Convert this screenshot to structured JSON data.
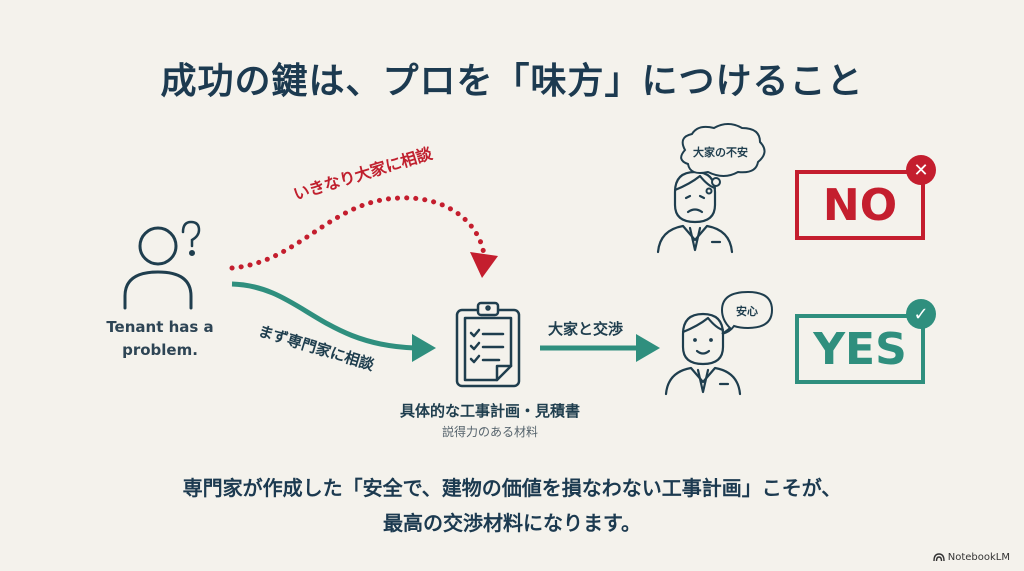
{
  "title": "成功の鍵は、プロを「味方」につけること",
  "tenant": {
    "icon": "person-question-icon",
    "question_mark": "?",
    "label": "Tenant has a problem."
  },
  "paths": {
    "direct": {
      "label": "いきなり大家に相談",
      "style": "dotted",
      "color": "#c41e2e"
    },
    "expert": {
      "label": "まず専門家に相談",
      "style": "solid",
      "color": "#2f8f7e"
    },
    "negotiate": {
      "label": "大家と交渉",
      "color": "#2f8f7e"
    }
  },
  "plan": {
    "icon": "clipboard-checklist-icon",
    "label": "具体的な工事計画・見積書",
    "sublabel": "説得力のある材料"
  },
  "landlord_worried": {
    "thought": "大家の不安",
    "verdict": "NO",
    "badge_icon": "x-icon",
    "badge_glyph": "✕",
    "color": "#c41e2e"
  },
  "landlord_relieved": {
    "speech": "安心",
    "verdict": "YES",
    "badge_icon": "check-icon",
    "badge_glyph": "✓",
    "color": "#2f8f7e"
  },
  "conclusion": {
    "line1": "専門家が作成した「安全で、建物の価値を損なわない工事計画」こそが、",
    "line2": "最高の交渉材料になります。"
  },
  "watermark": "NotebookLM"
}
